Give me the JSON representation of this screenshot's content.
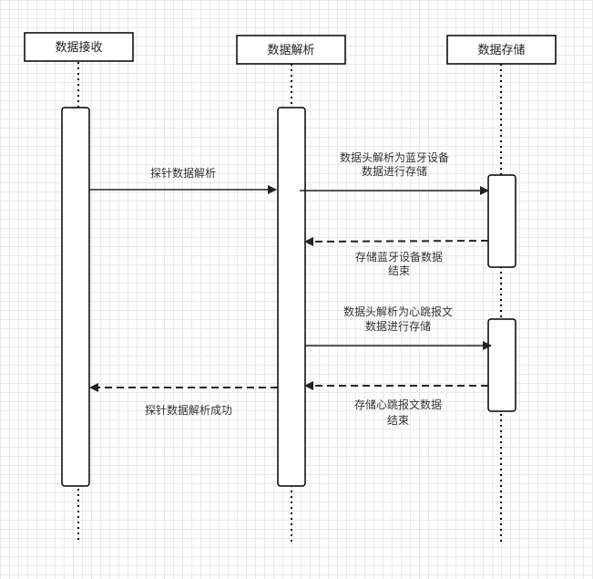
{
  "participants": [
    {
      "id": "recv",
      "label": "数据接收"
    },
    {
      "id": "parse",
      "label": "数据解析"
    },
    {
      "id": "store",
      "label": "数据存储"
    }
  ],
  "messages": [
    {
      "id": "m1",
      "from": "recv",
      "to": "parse",
      "style": "solid",
      "lines": [
        "探针数据解析"
      ]
    },
    {
      "id": "m2",
      "from": "parse",
      "to": "store",
      "style": "solid",
      "lines": [
        "数据头解析为蓝牙设备",
        "数据进行存储"
      ]
    },
    {
      "id": "m3",
      "from": "store",
      "to": "parse",
      "style": "dashed",
      "lines": [
        "存储蓝牙设备数据",
        "结束"
      ]
    },
    {
      "id": "m4",
      "from": "parse",
      "to": "store",
      "style": "solid",
      "lines": [
        "数据头解析为心跳报文",
        "数据进行存储"
      ]
    },
    {
      "id": "m5",
      "from": "store",
      "to": "parse",
      "style": "dashed",
      "lines": [
        "存储心跳报文数据",
        "结束"
      ]
    },
    {
      "id": "m6",
      "from": "parse",
      "to": "recv",
      "style": "dashed",
      "lines": [
        "探针数据解析成功"
      ]
    }
  ]
}
